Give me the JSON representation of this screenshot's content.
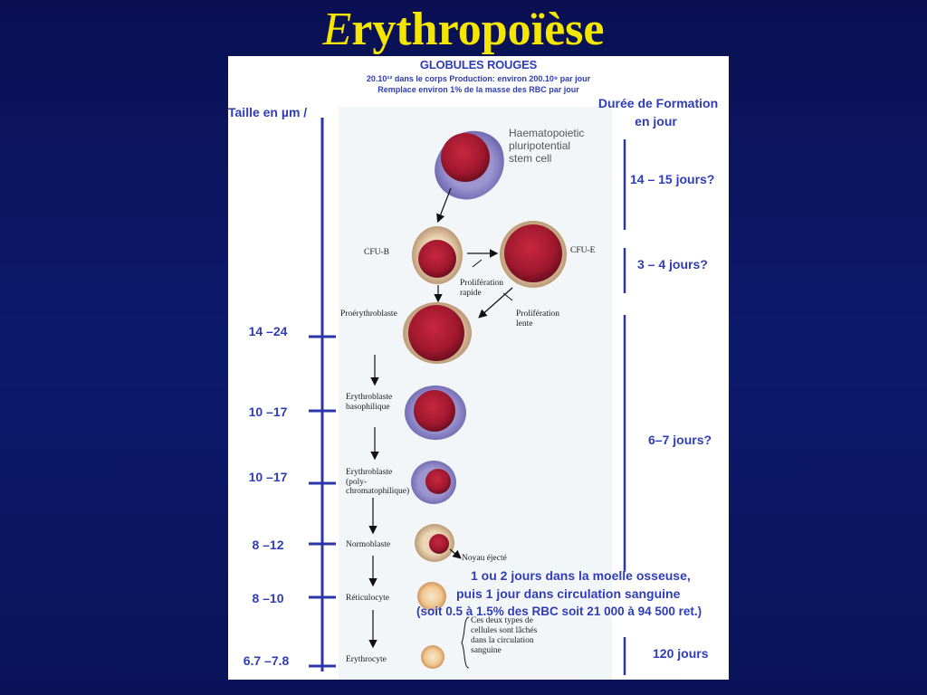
{
  "slide": {
    "title_first": "E",
    "title_rest": "rythropoïèse"
  },
  "header": {
    "title": "GLOBULES ROUGES",
    "line1": "20.10¹² dans le corps Production: environ 200.10⁹ par jour",
    "line2": "Remplace environ 1% de la masse des RBC par jour"
  },
  "axis": {
    "title": "Taille en  µm /",
    "sizes": [
      "14 –24",
      "10 –17",
      "10 –17",
      "8 –12",
      "8 –10",
      "6.7 –7.8"
    ]
  },
  "duration": {
    "title_line1": "Durée de Formation",
    "title_line2": "en jour",
    "brackets": [
      "14 – 15 jours?",
      "3 – 4 jours?",
      "6–7 jours?",
      "120 jours"
    ]
  },
  "cells": {
    "stem_cell": "Haematopoietic\npluripotential\nstem cell",
    "cfu_b": "CFU-B",
    "cfu_e": "CFU-E",
    "prolif_rapide": "Prolifération\nrapide",
    "prolif_lente": "Prolifération\nlente",
    "proerythroblaste": "Proérythroblaste",
    "erythro_baso": "Erythroblaste\nbasophilique",
    "erythro_poly": "Erythroblaste\n(poly-\nchromatophilique)",
    "normoblaste": "Normoblaste",
    "noyau": "Noyau éjecté",
    "reticulocyte": "Réticulocyte",
    "erythrocyte": "Erythrocyte",
    "released_note": "Ces deux types de\ncellules sont lâchés\ndans la circulation\nsanguine"
  },
  "notes": {
    "line1": "1 ou 2 jours dans la moelle osseuse,",
    "line2": "puis 1 jour dans circulation sanguine",
    "line3": "(soit 0.5 à 1.5% des RBC soit 21 000 à 94 500 ret.)"
  },
  "colors": {
    "title": "#f5e600",
    "blue_text": "#2e3db6",
    "axis_line": "#2c35a8",
    "nucleus": "#a0182e",
    "cytoplasm_purple": "#8e86c6",
    "cytoplasm_tan": "#d9b892"
  }
}
